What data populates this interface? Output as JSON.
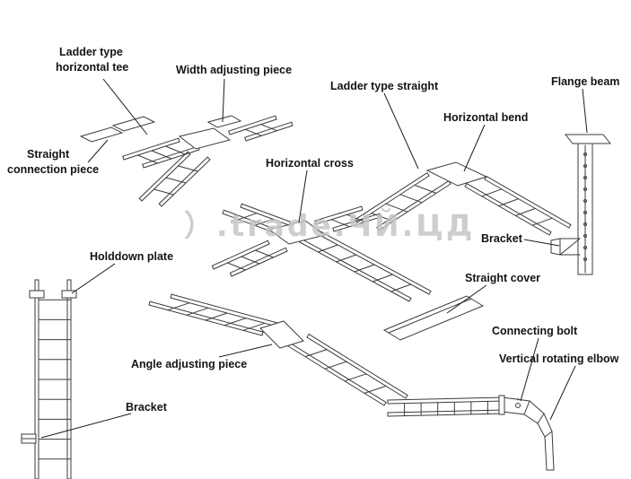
{
  "watermark": {
    "text": "）.trade.ЧЙ.ЦД"
  },
  "labels": {
    "tee_line1": "Ladder type",
    "tee_line2": "horizontal tee",
    "width_adjusting": "Width adjusting piece",
    "ladder_straight": "Ladder type straight",
    "flange_beam": "Flange beam",
    "horizontal_bend": "Horizontal bend",
    "straight_conn_line1": "Straight",
    "straight_conn_line2": "connection piece",
    "horizontal_cross": "Horizontal cross",
    "bracket_right": "Bracket",
    "holddown_plate": "Holddown plate",
    "straight_cover": "Straight cover",
    "angle_adjusting": "Angle adjusting piece",
    "bracket_left": "Bracket",
    "connecting_bolt": "Connecting bolt",
    "vertical_rotating_elbow": "Vertical rotating elbow"
  }
}
